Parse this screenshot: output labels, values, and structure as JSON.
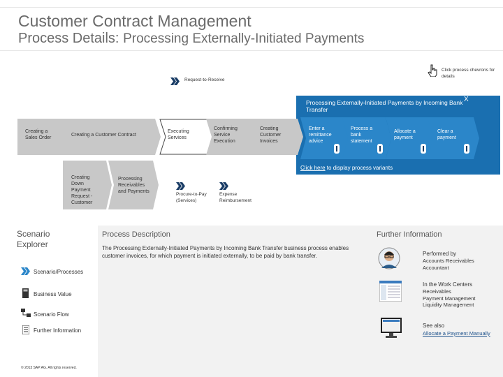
{
  "header": {
    "title": "Customer Contract Management",
    "subtitle_prefix": "Process Details:",
    "subtitle_rest": "Processing Externally-Initiated Payments"
  },
  "hint": {
    "text": "Click process chevrons for details"
  },
  "request_label": "Request-to-Receive",
  "panel": {
    "title": "Processing Externally-Initiated Payments by Incoming Bank Transfer",
    "close": "X",
    "variant_link": "Click here",
    "variant_rest": " to display process variants"
  },
  "steps": [
    {
      "label": "Creating a Sales Order"
    },
    {
      "label": "Creating a Customer Contract"
    },
    {
      "label": "Executing Services"
    },
    {
      "label": "Confirming Service Execution"
    },
    {
      "label": "Creating Customer Invoices"
    }
  ],
  "panel_steps": [
    {
      "label": "Enter a remittance advice"
    },
    {
      "label": "Process a bank statement"
    },
    {
      "label": "Allocate a payment"
    },
    {
      "label": "Clear a payment"
    }
  ],
  "lower_steps": [
    {
      "label": "Creating Down Payment Request - Customer"
    },
    {
      "label": "Processing Receivables and Payments"
    }
  ],
  "lower_links": [
    {
      "label": "Procure-to-Pay (Services)"
    },
    {
      "label": "Expense Reimbursement"
    }
  ],
  "explorer": {
    "title": "Scenario Explorer",
    "items": [
      {
        "label": "Scenario/Processes"
      },
      {
        "label": "Business Value"
      },
      {
        "label": "Scenario Flow"
      },
      {
        "label": "Further Information"
      }
    ],
    "copyright": "© 2013 SAP AG. All rights reserved."
  },
  "description": {
    "title": "Process Description",
    "text": "The Processing Externally-Initiated Payments by Incoming Bank Transfer business process enables customer invoices, for which payment is initiated externally, to be paid by bank transfer."
  },
  "further": {
    "title": "Further Information",
    "performed_by_label": "Performed by",
    "performed_by_value": "Accounts Receivables Accountant",
    "work_centers_label": "In the Work Centers",
    "work_centers": [
      "Receivables",
      "Payment Management",
      "Liquidity Management"
    ],
    "see_also_label": "See also",
    "see_also_link": "Allocate a Payment Manually"
  },
  "colors": {
    "panel_blue": "#1a6fb0",
    "chevron_grey": "#c8c8c8",
    "dark_blue": "#1a3d66"
  }
}
